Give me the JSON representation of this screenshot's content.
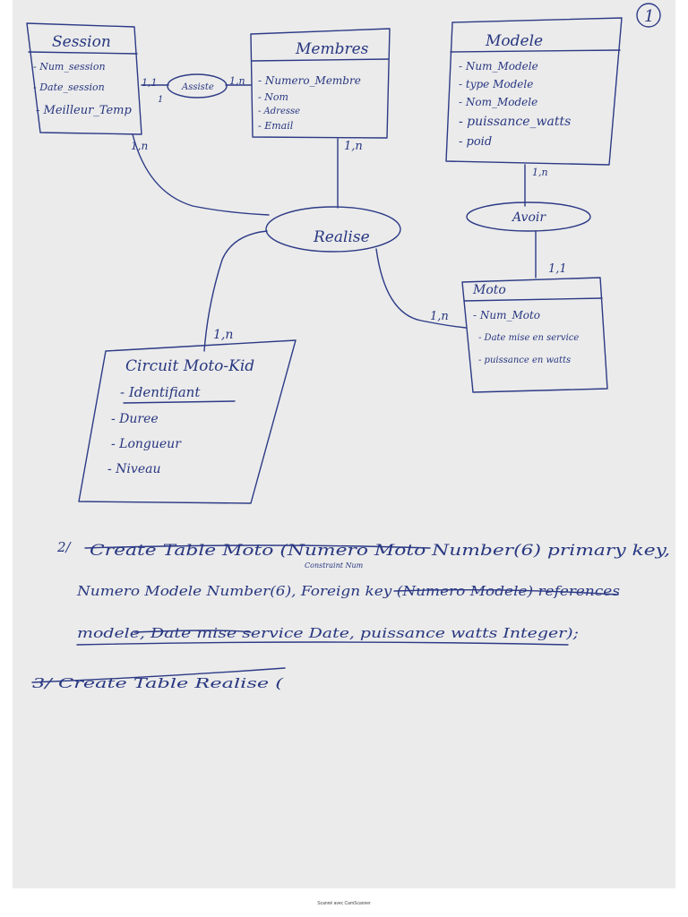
{
  "page_number": "1",
  "entities": {
    "session": {
      "title": "Session",
      "attributes": [
        "- Num_session",
        "- Date_session",
        "- Meilleur_Temp"
      ]
    },
    "membres": {
      "title": "Membres",
      "attributes": [
        "- Numero_Membre",
        "- Nom",
        "- Adresse",
        "- Email"
      ]
    },
    "modele": {
      "title": "Modele",
      "attributes": [
        "- Num_Modele",
        "- type Modele",
        "- Nom_Modele",
        "- puissance_watts",
        "- poid"
      ]
    },
    "moto": {
      "title": "Moto",
      "attributes": [
        "- Num_Moto",
        "- Date mise en service",
        "- puissance en watts"
      ]
    },
    "circuit": {
      "title": "Circuit Moto-Kid",
      "attributes": [
        "- Identifiant",
        "- Duree",
        "- Longueur",
        "- Niveau"
      ]
    }
  },
  "relations": {
    "assiste": "Assiste",
    "realise": "Realise",
    "avoir": "Avoir"
  },
  "cardinalities": {
    "session_assiste": "1,1",
    "assiste_session_side": "1",
    "membres_assiste": "1,n",
    "session_realise": "1,n",
    "membres_realise": "1,n",
    "modele_avoir": "1,n",
    "moto_avoir": "1,1",
    "moto_realise": "1,n",
    "circuit_realise": "1,n"
  },
  "notes": {
    "line1_prefix": "2/",
    "line1": "Create Table Moto (Numero Moto Number(6) primary key,",
    "line1_insert": "Constraint Num",
    "line2": "Numero Modele Number(6), Foreign key (Numero Modele) references",
    "line3": "modele, Date mise service Date, puissance watts Integer);",
    "line4": "3/ Create Table Realise ("
  },
  "footer": "Scanné avec CamScanner"
}
